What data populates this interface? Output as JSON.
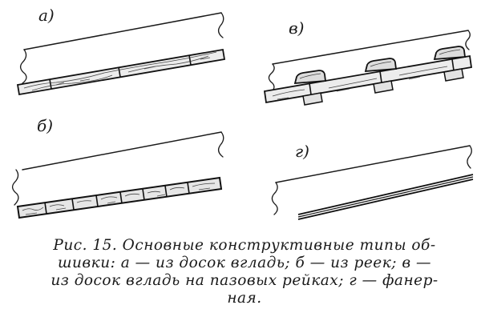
{
  "panels": {
    "a": {
      "label": "а)",
      "description": "из досок вгладь"
    },
    "b": {
      "label": "б)",
      "description": "из реек"
    },
    "v": {
      "label": "в)",
      "description": "из досок вгладь на пазовых рейках"
    },
    "g": {
      "label": "г)",
      "description": "фанерная"
    }
  },
  "caption": {
    "lines": [
      "Рис. 15. Основные конструктивные типы об-",
      "шивки: а — из досок вгладь; б — из реек; в —",
      "из досок вгладь на пазовых рейках; г — фанер-",
      "ная."
    ]
  }
}
